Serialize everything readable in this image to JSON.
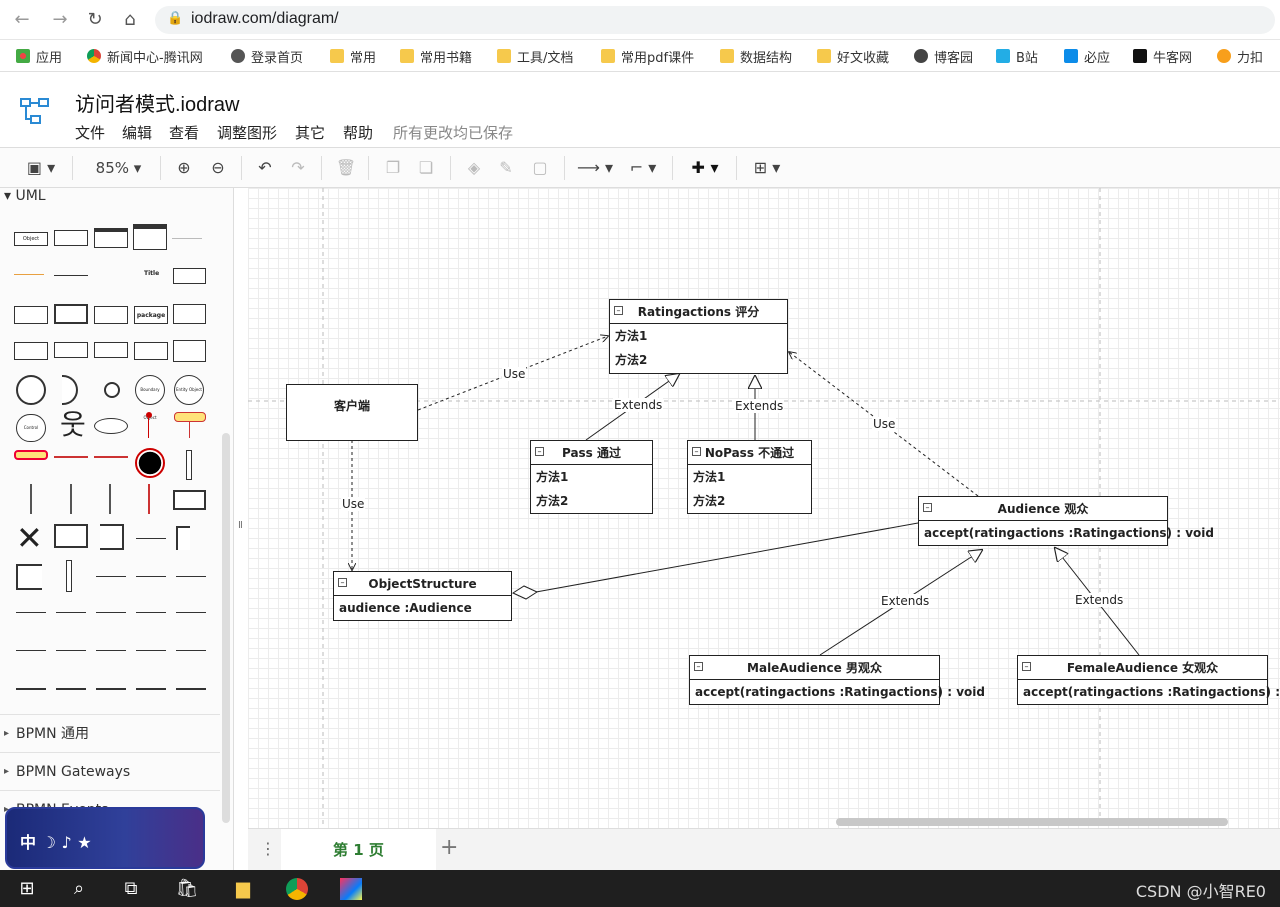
{
  "browser": {
    "url": "iodraw.com/diagram/",
    "bookmarks": [
      {
        "label": "应用",
        "icon": "apps-grid-icon"
      },
      {
        "label": "新闻中心-腾讯网",
        "icon": "chrome-icon"
      },
      {
        "label": "登录首页",
        "icon": "globe-icon"
      },
      {
        "label": "常用",
        "icon": "folder-icon"
      },
      {
        "label": "常用书籍",
        "icon": "folder-icon"
      },
      {
        "label": "工具/文档",
        "icon": "folder-icon"
      },
      {
        "label": "常用pdf课件",
        "icon": "folder-icon"
      },
      {
        "label": "数据结构",
        "icon": "folder-icon"
      },
      {
        "label": "好文收藏",
        "icon": "folder-icon"
      },
      {
        "label": "博客园",
        "icon": "blog-icon"
      },
      {
        "label": "B站",
        "icon": "bilibili-icon"
      },
      {
        "label": "必应",
        "icon": "bing-icon"
      },
      {
        "label": "牛客网",
        "icon": "nowcoder-icon"
      },
      {
        "label": "力扣",
        "icon": "leetcode-icon"
      }
    ]
  },
  "app": {
    "title": "访问者模式.iodraw",
    "menu": [
      "文件",
      "编辑",
      "查看",
      "调整图形",
      "其它",
      "帮助"
    ],
    "save_status": "所有更改均已保存"
  },
  "toolbar": {
    "zoom": "85%"
  },
  "sidebar": {
    "section": "UML",
    "shape_labels": {
      "object": "Object",
      "package": "package",
      "title": "Title",
      "entity": "Entity Object",
      "control": "Control Object",
      "boundary": "Boundary Object"
    },
    "categories": [
      "BPMN 通用",
      "BPMN Gateways",
      "BPMN Events"
    ]
  },
  "diagram": {
    "ratingactions": {
      "title": "Ratingactions  评分",
      "rows": [
        "方法1",
        "方法2"
      ]
    },
    "client": {
      "title": "客户端"
    },
    "pass": {
      "title": "Pass  通过",
      "rows": [
        "方法1",
        "方法2"
      ]
    },
    "nopass": {
      "title": "NoPass  不通过",
      "rows": [
        "方法1",
        "方法2"
      ]
    },
    "audience": {
      "title": "Audience 观众",
      "rows": [
        "accept(ratingactions :Ratingactions) : void"
      ]
    },
    "objectstructure": {
      "title": "ObjectStructure",
      "rows": [
        "audience  :Audience"
      ]
    },
    "male": {
      "title": "MaleAudience 男观众",
      "rows": [
        "accept(ratingactions :Ratingactions) : void"
      ]
    },
    "female": {
      "title": "FemaleAudience 女观众",
      "rows": [
        "accept(ratingactions :Ratingactions) : void"
      ]
    },
    "labels": {
      "use1": "Use",
      "use2": "Use",
      "use3": "Use",
      "extends1": "Extends",
      "extends2": "Extends",
      "extends3": "Extends",
      "extends4": "Extends"
    }
  },
  "pages": {
    "current": "第 1 页"
  },
  "taskbar": {
    "watermark": "CSDN @小智RE0"
  }
}
